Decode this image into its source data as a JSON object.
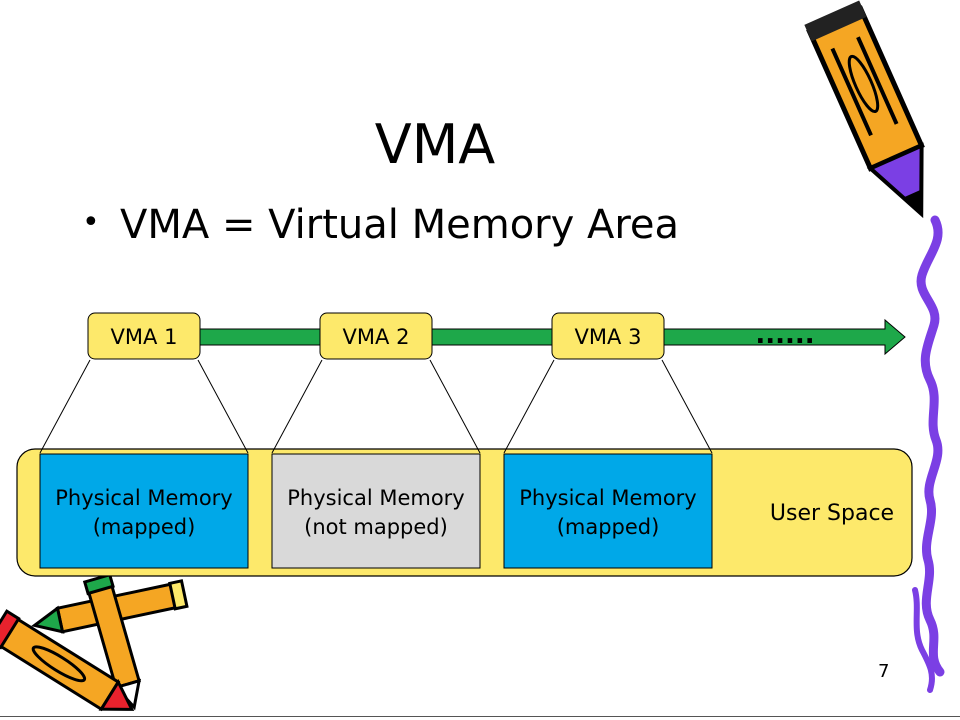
{
  "slide": {
    "title": "VMA",
    "bullet": "VMA = Virtual Memory Area",
    "bullet_marker": "•",
    "page_number": "7"
  },
  "diagram": {
    "vmas": [
      "VMA 1",
      "VMA 2",
      "VMA 3"
    ],
    "continuation": "......",
    "memory_blocks": [
      {
        "line1": "Physical Memory",
        "line2": "(mapped)",
        "color": "#00a8e8"
      },
      {
        "line1": "Physical Memory",
        "line2": "(not mapped)",
        "color": "#d9d9d9"
      },
      {
        "line1": "Physical Memory",
        "line2": "(mapped)",
        "color": "#00a8e8"
      }
    ],
    "user_space_label": "User Space"
  },
  "colors": {
    "vma_box": "#fde96b",
    "user_space": "#fde96b",
    "arrow": "#1ea84a",
    "deco_purple": "#7b3fe4"
  },
  "icons": [
    "pencil-icon",
    "crossed-pencils-icon",
    "purple-squiggle-border"
  ]
}
